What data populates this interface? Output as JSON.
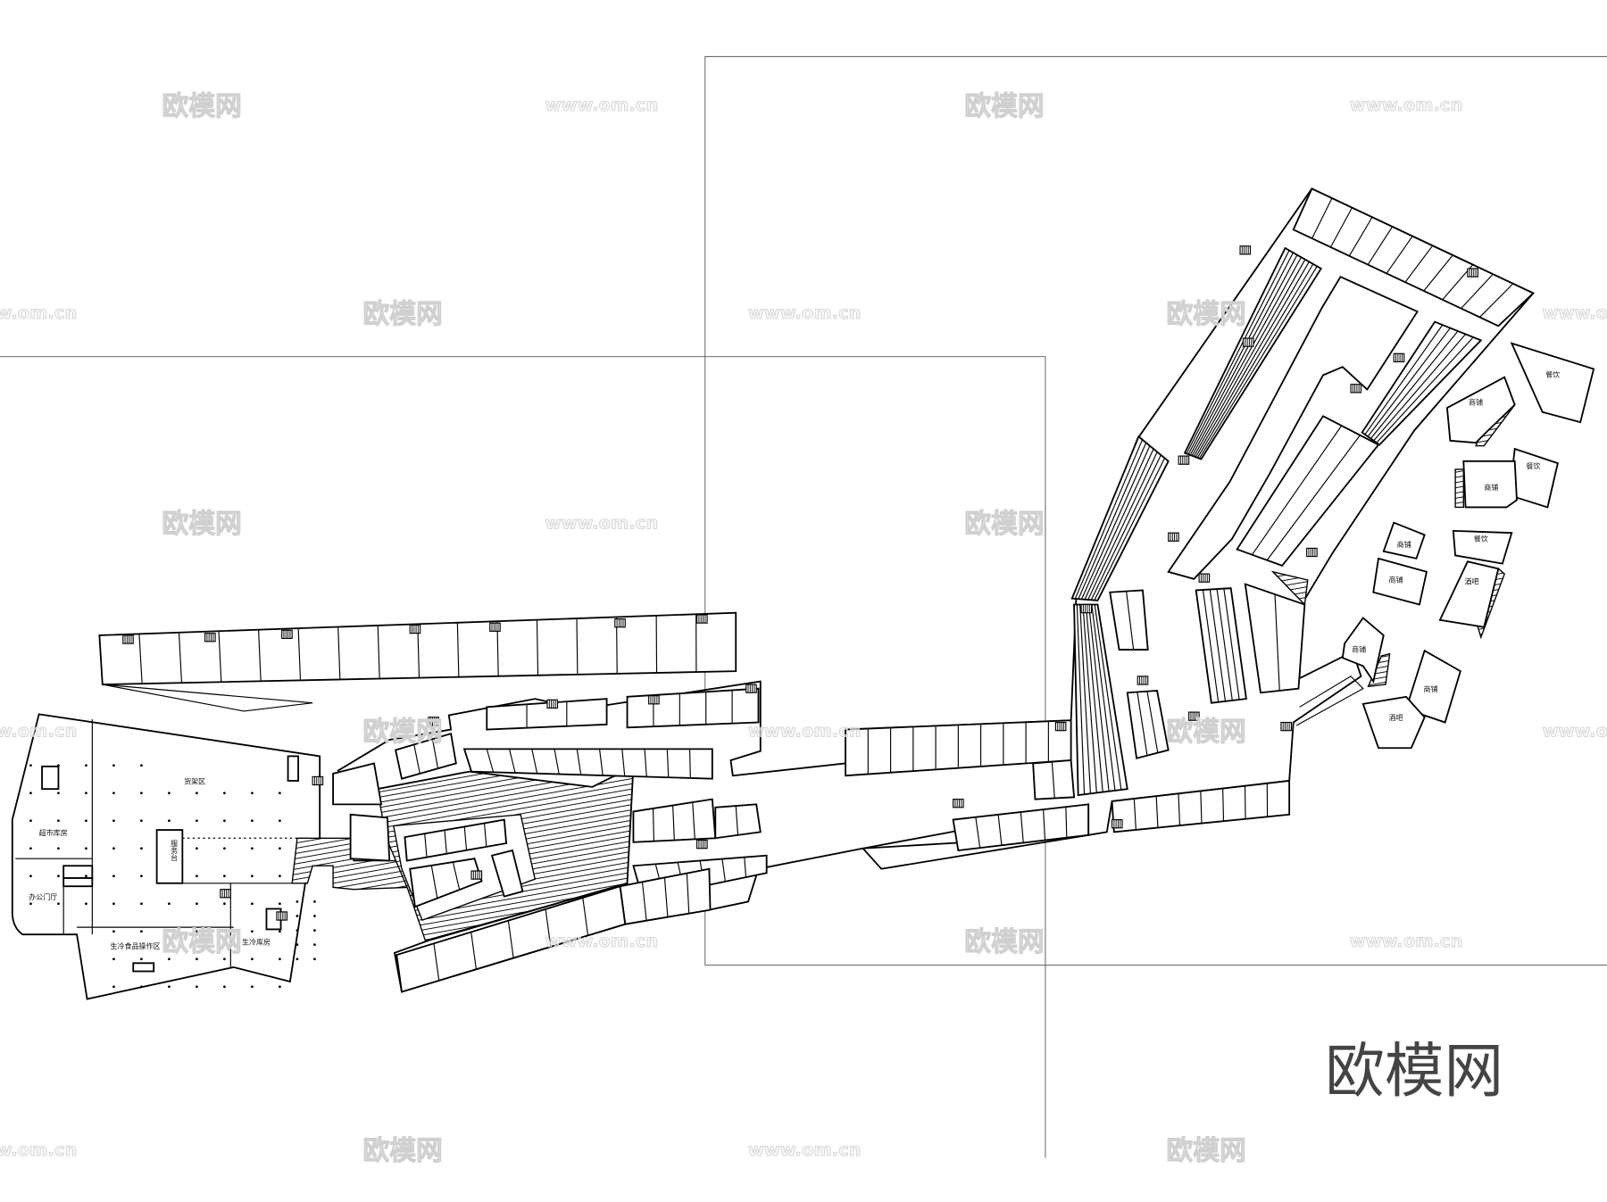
{
  "plan": {
    "labels": {
      "shelf_area": "货架区",
      "supermarket_storage": "超市库房",
      "service_desk": "服务台",
      "office_lobby": "办公门厅",
      "fresh_food_processing": "生冷食品操作区",
      "fresh_storage": "生冷库房",
      "shop": "商铺",
      "dining": "餐饮",
      "bar": "酒吧"
    },
    "pavilions": [
      {
        "label": "餐饮"
      },
      {
        "label": "商铺"
      },
      {
        "label": "餐饮"
      },
      {
        "label": "商铺"
      },
      {
        "label": "商铺"
      },
      {
        "label": "商铺"
      },
      {
        "label": "餐饮"
      },
      {
        "label": "酒吧"
      },
      {
        "label": "商铺"
      },
      {
        "label": "商铺"
      },
      {
        "label": "酒吧"
      }
    ]
  },
  "watermark": {
    "brand": "欧模网",
    "url": "www.om.cn"
  },
  "logo": {
    "text": "欧模网",
    "color": "#444444"
  }
}
